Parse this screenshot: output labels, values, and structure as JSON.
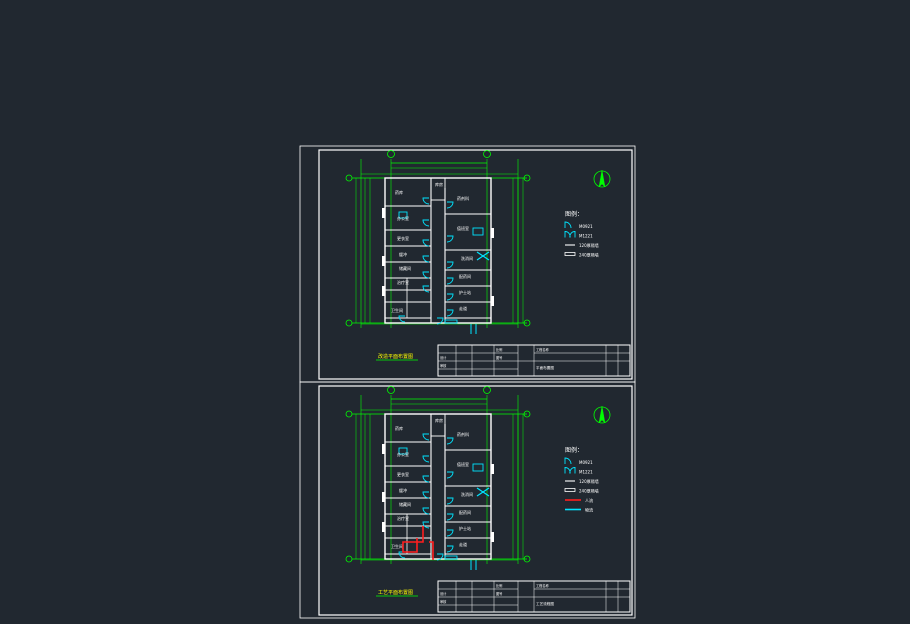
{
  "colors": {
    "background": "#212830",
    "frame": "#ffffff",
    "wall": "#ffffff",
    "axis": "#00ff00",
    "door": "#00e5ff",
    "highlight": "#ff1e1e",
    "title_text": "#ffff00"
  },
  "icons": [
    "north-arrow-icon",
    "axis-bubble-icon"
  ],
  "sheets": [
    {
      "id": "sheet-top",
      "title": "改造平面布置图",
      "legend_title": "图例：",
      "legend": [
        "M0921",
        "M1221",
        "120厚隔墙",
        "240厚隔墙"
      ],
      "title_block": [
        "工程名称",
        "设计",
        "审核",
        "比例",
        "图号"
      ],
      "drawing_name": "平面布置图",
      "rooms": [
        "药库",
        "库房",
        "药剂科",
        "办公室",
        "值班室",
        "更衣室",
        "缓冲",
        "洗消间",
        "储藏间",
        "配药间",
        "治疗室",
        "护士站",
        "卫生间",
        "走道"
      ]
    },
    {
      "id": "sheet-bottom",
      "title": "工艺平面布置图",
      "legend_title": "图例：",
      "legend": [
        "M0921",
        "M1221",
        "120厚隔墙",
        "240厚隔墙",
        "人流",
        "物流"
      ],
      "title_block": [
        "工程名称",
        "设计",
        "审核",
        "比例",
        "图号"
      ],
      "drawing_name": "工艺流程图",
      "rooms": [
        "药库",
        "库房",
        "药剂科",
        "办公室",
        "值班室",
        "更衣室",
        "缓冲",
        "洗消间",
        "储藏间",
        "配药间",
        "治疗室",
        "护士站",
        "卫生间",
        "走道"
      ]
    }
  ]
}
